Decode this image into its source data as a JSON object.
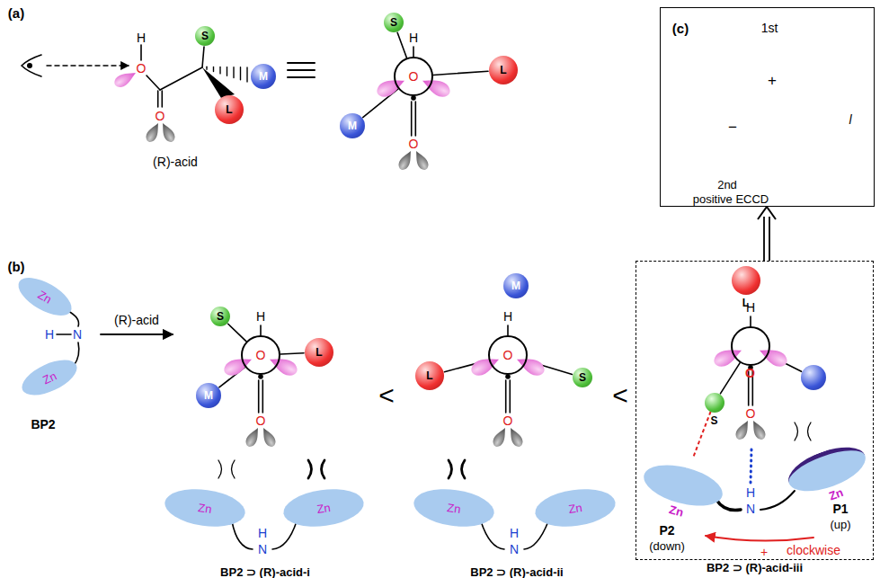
{
  "diagram": {
    "nodes": [
      {
        "text": [
          "(c)",
          "1st",
          "+",
          "−",
          "l",
          "2nd",
          "positive ECCD"
        ]
      },
      {
        "text": [
          "S"
        ]
      },
      {
        "text": [
          "M"
        ]
      },
      {
        "text": [
          "L"
        ]
      },
      {
        "text": [
          "O"
        ]
      },
      {
        "text": [
          "S"
        ]
      },
      {
        "text": [
          "L"
        ]
      },
      {
        "text": [
          "M"
        ]
      },
      {
        "text": [
          "Zn"
        ]
      },
      {
        "text": [
          "Zn"
        ]
      },
      {
        "text": [
          "O"
        ]
      },
      {
        "text": [
          "S"
        ]
      },
      {
        "text": [
          "L"
        ]
      },
      {
        "text": [
          "M"
        ]
      },
      {
        "text": [
          "Zn"
        ]
      },
      {
        "text": [
          "Zn"
        ]
      },
      {
        "text": [
          "O"
        ]
      },
      {
        "text": [
          "M"
        ]
      },
      {
        "text": [
          "L"
        ]
      },
      {
        "text": [
          "S"
        ]
      },
      {
        "text": [
          "Zn"
        ]
      },
      {
        "text": [
          "Zn"
        ]
      },
      {
        "text": [
          "BP2 ⊃ (R)-acid-iii"
        ]
      },
      {
        "text": [
          "O"
        ],
        "in": 22
      },
      {
        "text": [
          "L"
        ],
        "in": 22
      },
      {
        "text": [
          "M"
        ],
        "in": 22
      },
      {
        "text": [
          "S"
        ],
        "in": 22
      },
      {
        "text": [
          "Zn"
        ],
        "in": 22
      },
      {
        "text": [
          "Zn"
        ],
        "in": 22
      }
    ],
    "edges": [
      {
        "from": 22,
        "to": 0,
        "arrow": "to"
      },
      {
        "from": 26,
        "to": 27,
        "arrow": "none"
      }
    ],
    "labels": [
      "(a)",
      "H",
      "O",
      "O",
      "(R)-acid",
      "H",
      "O",
      "(b)",
      "H",
      "N",
      "BP2",
      "(R)-acid",
      "H",
      "O",
      "H",
      "N",
      "<",
      "BP2 ⊃ (R)-acid-i",
      "H",
      "O",
      "H",
      "N",
      "<",
      "BP2 ⊃ (R)-acid-ii",
      "H",
      "O",
      "H",
      "N",
      "P2",
      "(down)",
      "P1",
      "(up)",
      "+",
      "clockwise"
    ]
  }
}
